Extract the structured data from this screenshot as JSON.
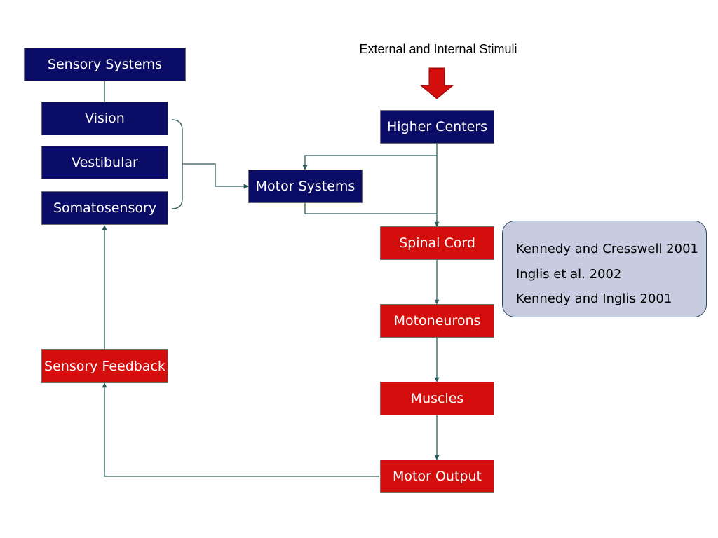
{
  "stimuli_label": "External and Internal Stimuli",
  "nodes": {
    "sensory_systems": "Sensory Systems",
    "vision": "Vision",
    "vestibular": "Vestibular",
    "somatosensory": "Somatosensory",
    "motor_systems": "Motor Systems",
    "higher_centers": "Higher Centers",
    "spinal_cord": "Spinal Cord",
    "motoneurons": "Motoneurons",
    "muscles": "Muscles",
    "motor_output": "Motor Output",
    "sensory_feedback": "Sensory Feedback"
  },
  "references": [
    "Kennedy and Cresswell 2001",
    "Inglis et al. 2002",
    "Kennedy and Inglis 2001"
  ],
  "colors": {
    "navy": "#0a0c66",
    "red": "#d40d0d",
    "connector": "#2d5a5a",
    "arrow_fill": "#d40d0d",
    "references_bg": "#c8cce0"
  }
}
